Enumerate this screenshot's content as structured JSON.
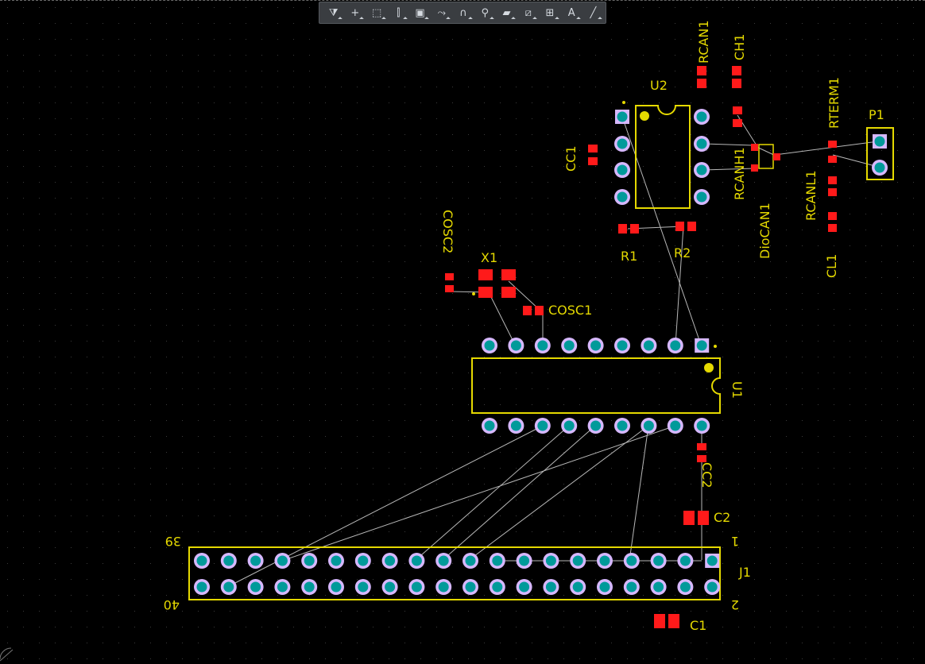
{
  "toolbar": {
    "tools": [
      {
        "name": "filter-tool",
        "glyph": "⧩"
      },
      {
        "name": "cross-probe-tool",
        "glyph": "+"
      },
      {
        "name": "select-area-tool",
        "glyph": "⬚"
      },
      {
        "name": "align-tool",
        "glyph": "⫿"
      },
      {
        "name": "component-tool",
        "glyph": "▣"
      },
      {
        "name": "route-tool",
        "glyph": "⤳"
      },
      {
        "name": "interactive-diff-tool",
        "glyph": "∩"
      },
      {
        "name": "via-tool",
        "glyph": "⚲"
      },
      {
        "name": "polygon-tool",
        "glyph": "▰"
      },
      {
        "name": "keepout-tool",
        "glyph": "⧄"
      },
      {
        "name": "dimension-tool",
        "glyph": "⊞"
      },
      {
        "name": "text-tool",
        "glyph": "A"
      },
      {
        "name": "line-tool",
        "glyph": "╱"
      }
    ]
  },
  "colors": {
    "background": "#000000",
    "silk": "#e5d900",
    "pad": "#ff1a1a",
    "padRing": "#d6b8ff",
    "hole": "#009a9a",
    "ratsnest": "#b8b8b8",
    "grid": "#3b3b3b"
  },
  "designators": {
    "U2": "U2",
    "U1": "U1",
    "X1": "X1",
    "P1": "P1",
    "J1": "J1",
    "CC1": "CC1",
    "CC2": "CC2",
    "C1": "C1",
    "C2": "C2",
    "R1": "R1",
    "R2": "R2",
    "RCAN1": "RCAN1",
    "CH1": "CH1",
    "RTERM1": "RTERM1",
    "RCANH1": "RCANH1",
    "DioCAN1": "DioCAN1",
    "RCANL1": "RCANL1",
    "CL1": "CL1",
    "COSC1": "COSC1",
    "COSC2": "COSC2",
    "pin1": "1",
    "pin2": "2",
    "pin39": "39",
    "pin40": "40"
  }
}
